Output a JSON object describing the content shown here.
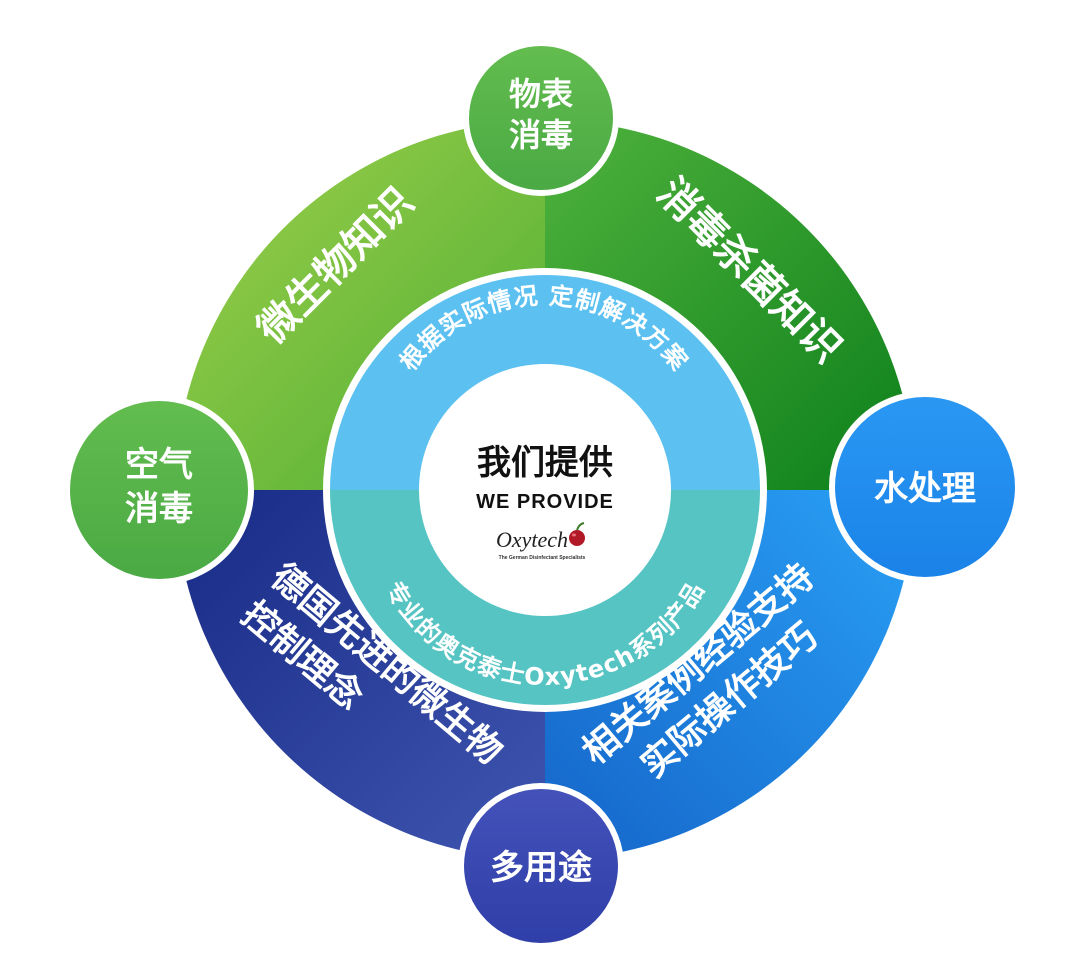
{
  "center": {
    "title_cn": "我们提供",
    "title_en": "WE PROVIDE",
    "logo": {
      "text": "Oxytech",
      "tagline": "The German Disinfectant Specialists",
      "icon": "apple-icon"
    }
  },
  "inner_ring": {
    "top_text": "根据实际情况  定制解决方案",
    "bottom_text": "专业的奥克泰士Oxytech系列产品"
  },
  "quadrants": {
    "top_left": "微生物知识",
    "top_right": "消毒杀菌知识",
    "bottom_left_line1": "德国先进的微生物",
    "bottom_left_line2": "控制理念",
    "bottom_right_line1": "相关案例经验支持",
    "bottom_right_line2": "实际操作技巧"
  },
  "satellites": {
    "top_line1": "物表",
    "top_line2": "消毒",
    "left_line1": "空气",
    "left_line2": "消毒",
    "right": "水处理",
    "bottom": "多用途"
  },
  "colors": {
    "green_light": "#8cc63f",
    "green_dark": "#13891e",
    "navy": "#1d2a8a",
    "blue_mid": "#2f4ea8",
    "blue_bright": "#1e90f0",
    "inner_top": "#5cc0f0",
    "inner_bottom": "#52c2c4",
    "satellite_green": "#55b44e",
    "satellite_blue": "#1f8ef1",
    "satellite_indigo": "#3a48b2"
  }
}
